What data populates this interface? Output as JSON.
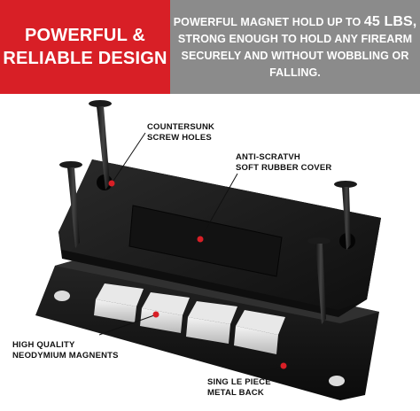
{
  "banner": {
    "left_lines": [
      "POWERFUL &",
      "RELIABLE DESIGN"
    ],
    "right_line1_prefix": "POWERFUL MAGNET HOLD UP TO ",
    "right_line1_emphasis": "45 LBS,",
    "right_lines": [
      "STRONG ENOUGH TO HOLD ANY FIREARM",
      "SECURELY AND WITHOUT WOBBLING OR",
      "FALLING."
    ]
  },
  "callouts": {
    "countersunk": [
      "COUNTERSUNK",
      "SCREW HOLES"
    ],
    "rubber": [
      "ANTI-SCRATVH",
      "SOFT RUBBER COVER"
    ],
    "magnets": [
      "HIGH QUALITY",
      "NEODYMIUM MAGNENTS"
    ],
    "back": [
      "SING LE PIECE",
      "METAL BACK"
    ]
  },
  "colors": {
    "accent_red": "#d81f26",
    "banner_gray": "#8b8b8b",
    "product_black": "#1a1a1a"
  }
}
